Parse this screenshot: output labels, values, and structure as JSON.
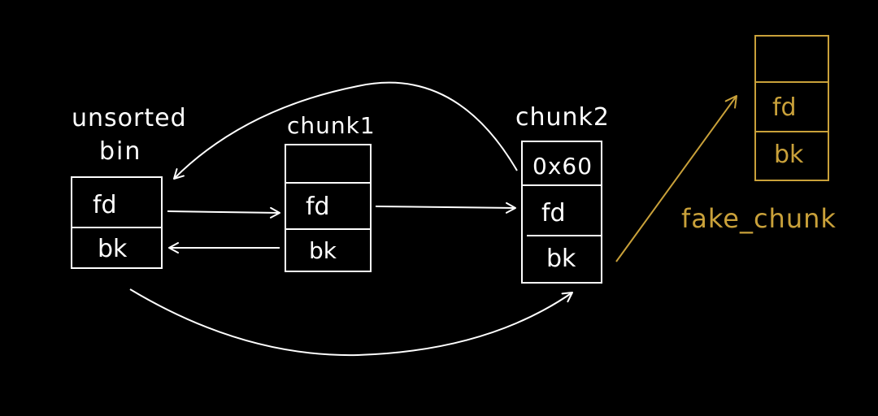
{
  "colors": {
    "background": "#000000",
    "chalk": "#ffffff",
    "fake": "#c9a13a"
  },
  "unsorted_bin": {
    "title_line1": "unsorted",
    "title_line2": "bin",
    "fd": "fd",
    "bk": "bk"
  },
  "chunk1": {
    "title": "chunk1",
    "fd": "fd",
    "bk": "bk"
  },
  "chunk2": {
    "title": "chunk2",
    "size": "0x60",
    "fd": "fd",
    "bk": "bk"
  },
  "fake_chunk": {
    "title": "fake_chunk",
    "fd": "fd",
    "bk": "bk"
  }
}
